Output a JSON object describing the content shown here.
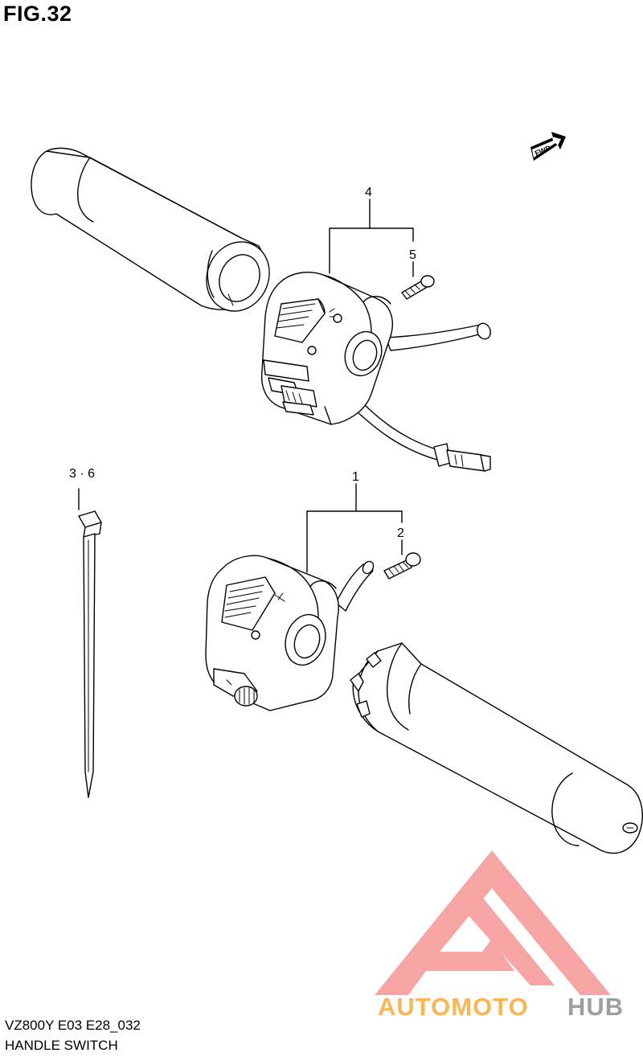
{
  "figure": {
    "title": "FIG.32",
    "fwd_label": "FWD"
  },
  "callouts": {
    "part_1": "1",
    "part_2": "2",
    "part_3_6": "3 · 6",
    "part_4": "4",
    "part_5": "5"
  },
  "footer": {
    "model_code": "VZ800Y E03 E28_032",
    "section_name": "HANDLE SWITCH"
  },
  "watermark": {
    "text_orange": "AUTOMOTO",
    "text_gray": "HUB",
    "color_triangle": "#f7a0a0",
    "color_orange": "#f9b24d",
    "color_gray": "#9a9a9a"
  }
}
